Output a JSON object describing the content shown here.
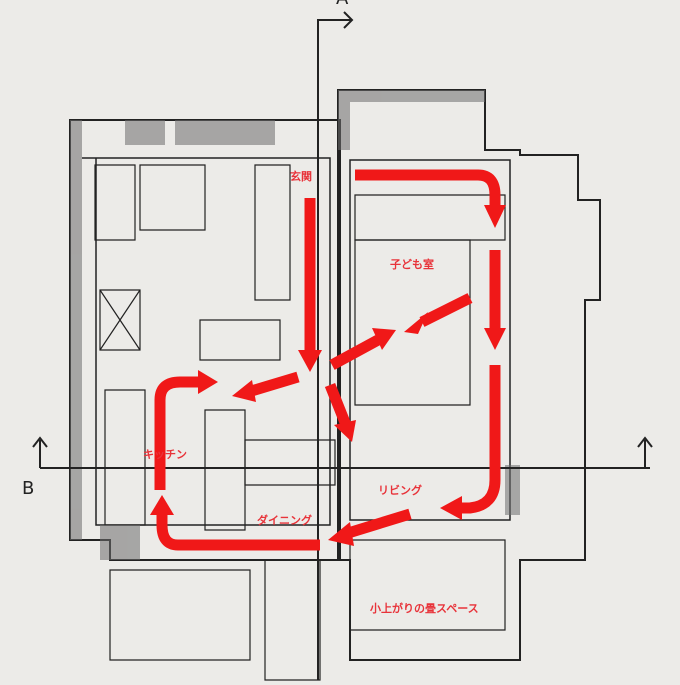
{
  "section_marks": {
    "a": "A",
    "b": "B"
  },
  "rooms": {
    "entrance": "玄関",
    "kids_room": "子ども室",
    "kitchen": "キッチン",
    "living": "リビング",
    "dining": "ダイニング",
    "tatami": "小上がりの畳スペース"
  },
  "colors": {
    "arrow": "#f01818",
    "label": "#e8333a",
    "ink": "#222222",
    "paper": "#ecebe8"
  }
}
